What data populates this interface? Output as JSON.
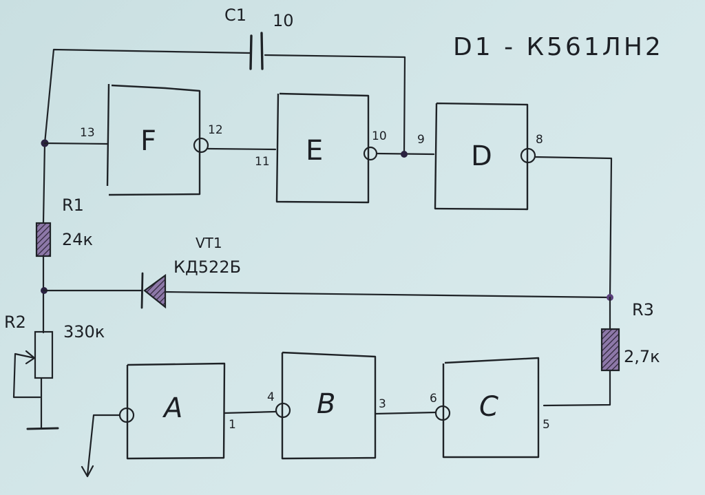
{
  "title": "D1 - К561ЛН2",
  "gates": {
    "F": {
      "label": "F",
      "input_pin": "13",
      "output_pin": "12"
    },
    "E": {
      "label": "E",
      "input_pin": "11",
      "output_pin": "10"
    },
    "D": {
      "label": "D",
      "input_pin": "9",
      "output_pin": "8"
    },
    "A": {
      "label": "A",
      "output_pin": "1"
    },
    "B": {
      "label": "B",
      "input_pin": "4",
      "output_pin": "3"
    },
    "C": {
      "label": "C",
      "input_pin": "6",
      "output_pin": "5"
    }
  },
  "components": {
    "C1": {
      "ref": "C1",
      "value": "10"
    },
    "R1": {
      "ref": "R1",
      "value": "24к"
    },
    "R2": {
      "ref": "R2",
      "value": "330к"
    },
    "R3": {
      "ref": "R3",
      "value": "2,7к"
    },
    "VT1": {
      "ref": "VT1",
      "value": "КД522Б"
    }
  },
  "colors": {
    "ink": "#1e2226",
    "hatch": "#5a3f7a",
    "paper": "#d3e6e8"
  }
}
